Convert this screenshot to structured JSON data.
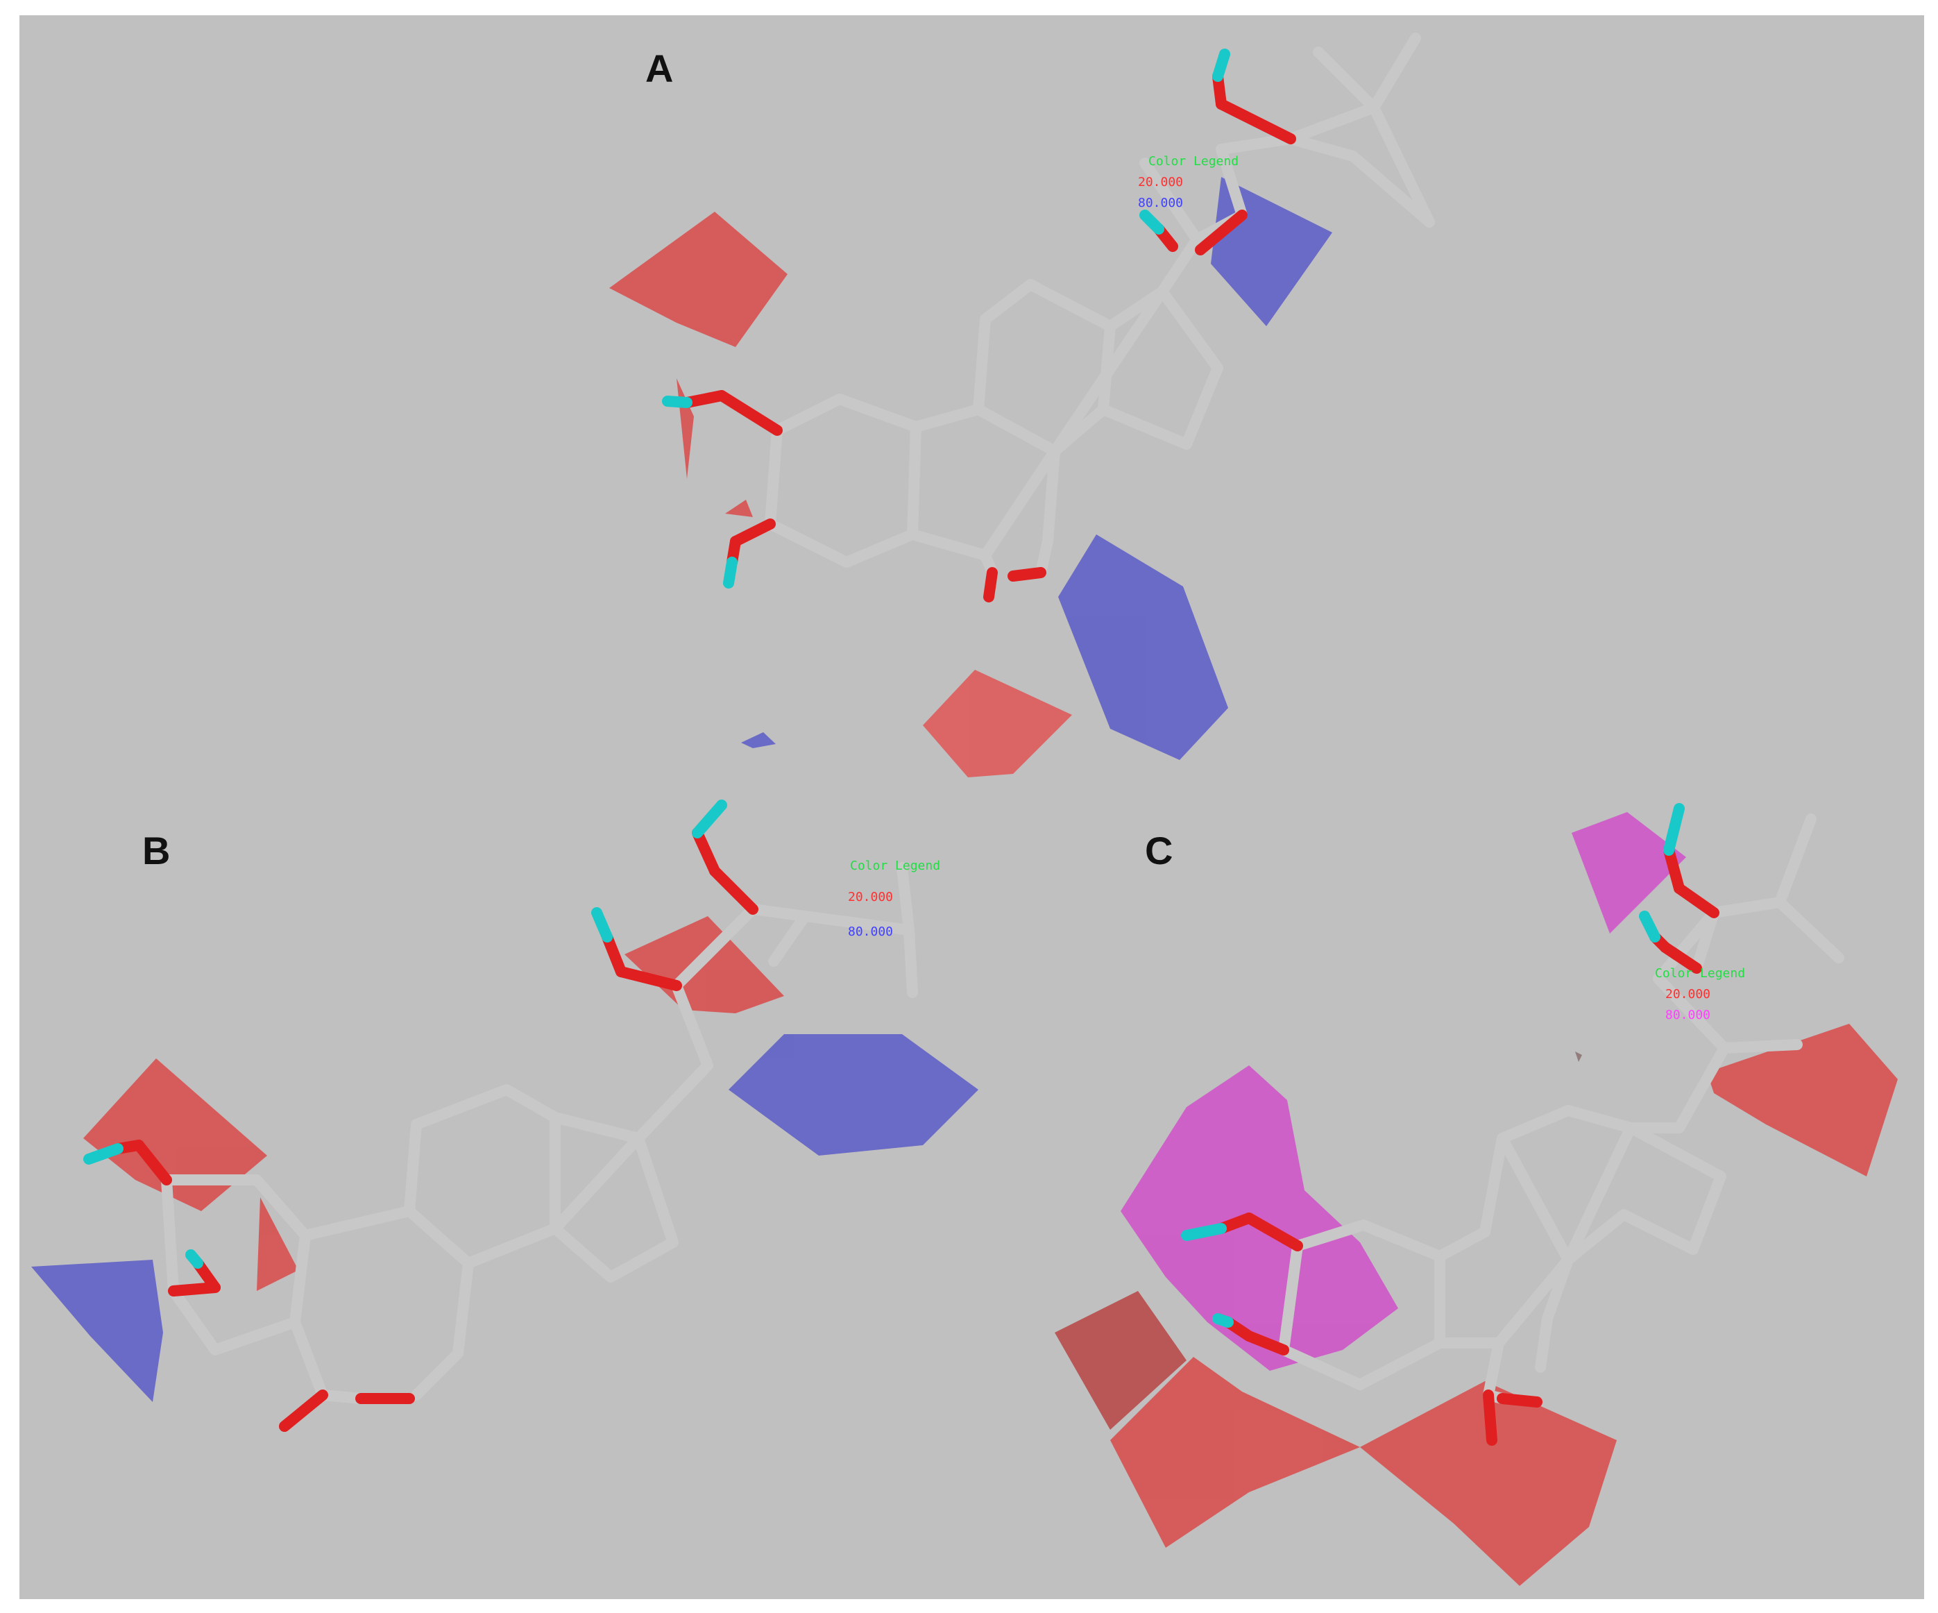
{
  "colors": {
    "background": "#c0c0c0",
    "bond": "#c8c8c8",
    "oxygen": "#e02020",
    "hydrogen": "#19c8c8",
    "favored_red": "#d94a4a",
    "disfavored_blue": "#5a5ac8",
    "magenta": "#d050c8",
    "legend_title": "#22dd44"
  },
  "panels": [
    {
      "label": "A",
      "legend": {
        "title": "Color Legend",
        "items": [
          {
            "text": "20.000",
            "color": "#ff3030"
          },
          {
            "text": "80.000",
            "color": "#4040ff"
          }
        ]
      }
    },
    {
      "label": "B",
      "legend": {
        "title": "Color Legend",
        "items": [
          {
            "text": "20.000",
            "color": "#ff3030"
          },
          {
            "text": "80.000",
            "color": "#4040ff"
          }
        ]
      }
    },
    {
      "label": "C",
      "legend": {
        "title": "Color Legend",
        "items": [
          {
            "text": "20.000",
            "color": "#ff3030"
          },
          {
            "text": "80.000",
            "color": "#ff40ff"
          }
        ]
      }
    }
  ]
}
